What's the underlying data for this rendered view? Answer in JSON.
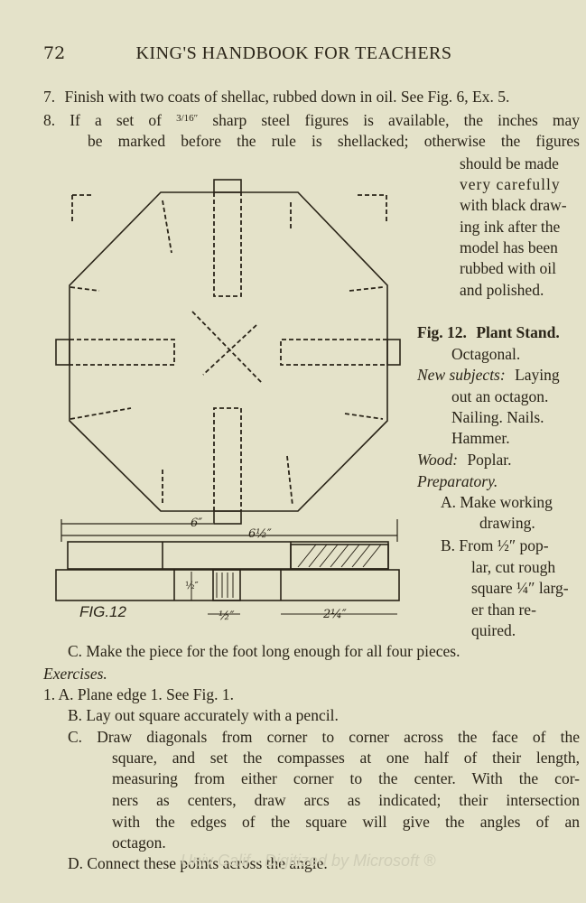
{
  "header": {
    "page_number": "72",
    "running_title": "KING'S HANDBOOK FOR TEACHERS"
  },
  "steps_top": [
    {
      "num": "7.",
      "text": "Finish with two coats of shellac, rubbed down in oil.  See Fig. 6, Ex. 5."
    },
    {
      "num": "8.",
      "text_a": "If a set of",
      "frac": "3/16″",
      "text_b": "sharp steel figures is available, the inches may"
    }
  ],
  "step8_lines": [
    "be marked before the rule is shellacked; otherwise the figures",
    "should be made",
    "very carefully",
    "with black draw-",
    "ing ink after the",
    "model has been",
    "rubbed with oil",
    "and polished."
  ],
  "figure": {
    "label": "FIG.12",
    "dim_top_6": "6″",
    "dim_top_62": "6½″",
    "dim_small": "½″",
    "dim_bottom_12": "½″",
    "dim_bottom_24": "2¼″"
  },
  "caption": {
    "fig": "Fig. 12.",
    "title": "Plant Stand.",
    "subtitle": "Octagonal.",
    "new_subjects_label": "New subjects:",
    "new_subjects_lines": [
      "Laying",
      "out an octagon.",
      "Nailing.    Nails.",
      "Hammer."
    ],
    "wood_label": "Wood:",
    "wood": "Poplar.",
    "preparatory": "Preparatory.",
    "a_lines": [
      "A.  Make working",
      "drawing."
    ],
    "b_lines": [
      "B.  From ½″ pop-",
      "lar, cut rough",
      "square ¼″ larg-",
      "er than re-",
      "quired."
    ]
  },
  "body": {
    "c_line": "C.  Make the piece for the foot long enough for all four pieces.",
    "exercises": "Exercises.",
    "ex1_a": "1.  A.  Plane edge 1.  See Fig. 1.",
    "ex1_b": "B.  Lay out square accurately with a pencil.",
    "ex1_c_lines": [
      "C.  Draw diagonals from corner to corner across the face of the",
      "square, and set the compasses at one half of their length,",
      "measuring from either corner to the center.  With the cor-",
      "ners as centers, draw arcs as indicated; their intersection",
      "with the edges of the square will give the angles of an",
      "octagon."
    ],
    "ex1_d": "D.  Connect these points across the angle."
  },
  "watermark": "Univ Calif - Digitized by Microsoft ®"
}
